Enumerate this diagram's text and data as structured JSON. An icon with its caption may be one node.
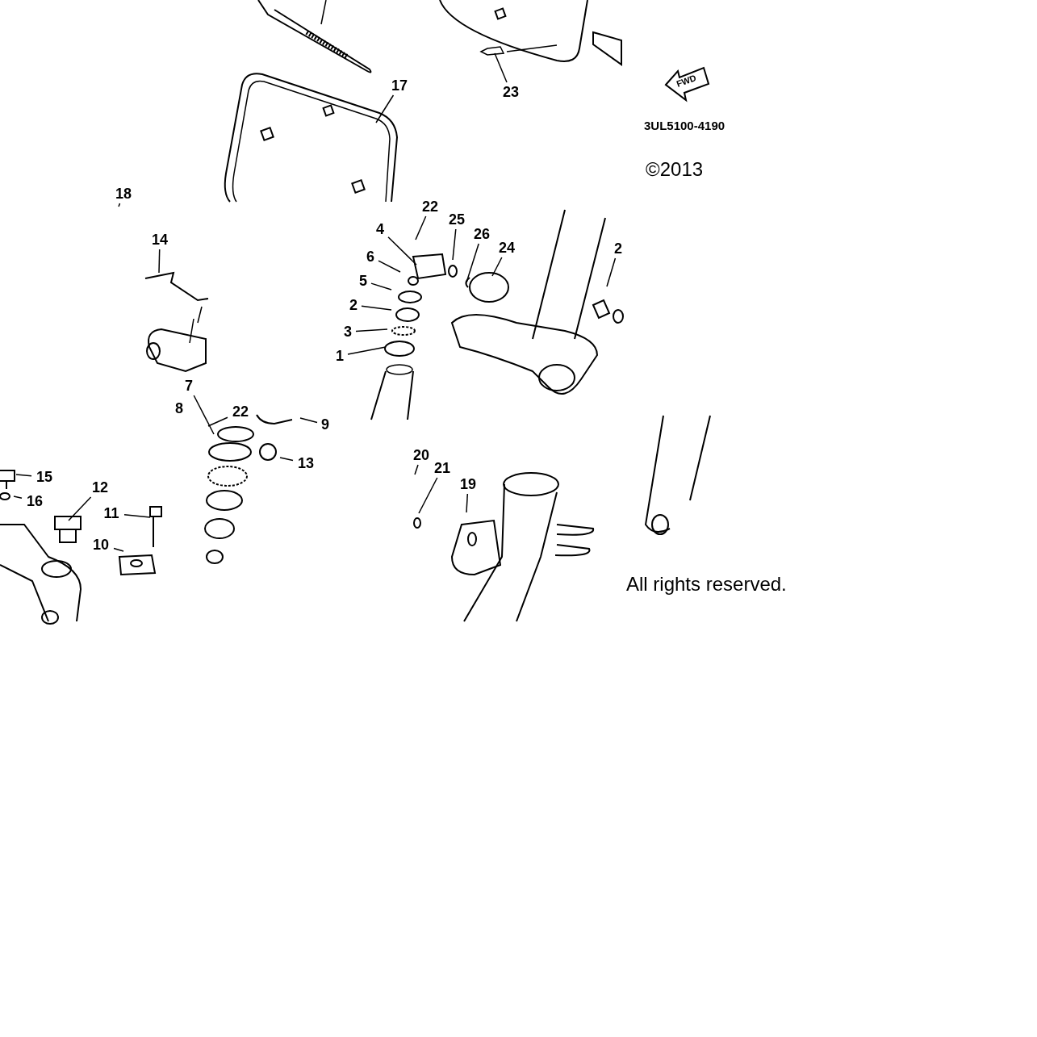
{
  "diagram": {
    "nodes": [
      {
        "text": [
          "23"
        ]
      },
      {
        "text": [
          "17"
        ]
      },
      {
        "text": [
          "18"
        ]
      },
      {
        "text": [
          "14"
        ]
      },
      {
        "text": [
          "22"
        ]
      },
      {
        "text": [
          "4"
        ]
      },
      {
        "text": [
          "6"
        ]
      },
      {
        "text": [
          "5"
        ]
      },
      {
        "text": [
          "2"
        ]
      },
      {
        "text": [
          "3"
        ]
      },
      {
        "text": [
          "1"
        ]
      },
      {
        "text": [
          "25"
        ]
      },
      {
        "text": [
          "26"
        ]
      },
      {
        "text": [
          "24"
        ]
      },
      {
        "text": [
          "2"
        ]
      },
      {
        "text": [
          "7"
        ]
      },
      {
        "text": [
          "8"
        ]
      },
      {
        "text": [
          "22"
        ]
      },
      {
        "text": [
          "9"
        ]
      },
      {
        "text": [
          "13"
        ]
      },
      {
        "text": [
          "15"
        ]
      },
      {
        "text": [
          "16"
        ]
      },
      {
        "text": [
          "12"
        ]
      },
      {
        "text": [
          "11"
        ]
      },
      {
        "text": [
          "10"
        ]
      },
      {
        "text": [
          "20"
        ]
      },
      {
        "text": [
          "21"
        ]
      },
      {
        "text": [
          "19"
        ]
      }
    ],
    "edges": [
      {
        "from": 0,
        "to": null,
        "arrow": "none"
      },
      {
        "from": 1,
        "to": null,
        "arrow": "none"
      },
      {
        "from": 2,
        "to": null,
        "arrow": "none"
      },
      {
        "from": 3,
        "to": null,
        "arrow": "none"
      },
      {
        "from": 4,
        "to": null,
        "arrow": "none"
      },
      {
        "from": 5,
        "to": null,
        "arrow": "none"
      },
      {
        "from": 6,
        "to": null,
        "arrow": "none"
      },
      {
        "from": 7,
        "to": null,
        "arrow": "none"
      },
      {
        "from": 8,
        "to": null,
        "arrow": "none"
      },
      {
        "from": 9,
        "to": null,
        "arrow": "none"
      },
      {
        "from": 10,
        "to": null,
        "arrow": "none"
      },
      {
        "from": 11,
        "to": null,
        "arrow": "none"
      },
      {
        "from": 12,
        "to": null,
        "arrow": "none"
      },
      {
        "from": 13,
        "to": null,
        "arrow": "none"
      },
      {
        "from": 14,
        "to": null,
        "arrow": "none"
      },
      {
        "from": 15,
        "to": null,
        "arrow": "none"
      },
      {
        "from": 17,
        "to": null,
        "arrow": "none"
      },
      {
        "from": 18,
        "to": null,
        "arrow": "none"
      },
      {
        "from": 19,
        "to": null,
        "arrow": "none"
      },
      {
        "from": 20,
        "to": null,
        "arrow": "none"
      },
      {
        "from": 21,
        "to": null,
        "arrow": "none"
      },
      {
        "from": 22,
        "to": null,
        "arrow": "none"
      },
      {
        "from": 23,
        "to": null,
        "arrow": "none"
      },
      {
        "from": 24,
        "to": null,
        "arrow": "none"
      },
      {
        "from": 25,
        "to": null,
        "arrow": "none"
      },
      {
        "from": 26,
        "to": null,
        "arrow": "none"
      },
      {
        "from": 27,
        "to": null,
        "arrow": "none"
      }
    ],
    "labels": [
      "FWD",
      "3UL5100-4190",
      "©2013",
      "All rights reserved."
    ]
  }
}
